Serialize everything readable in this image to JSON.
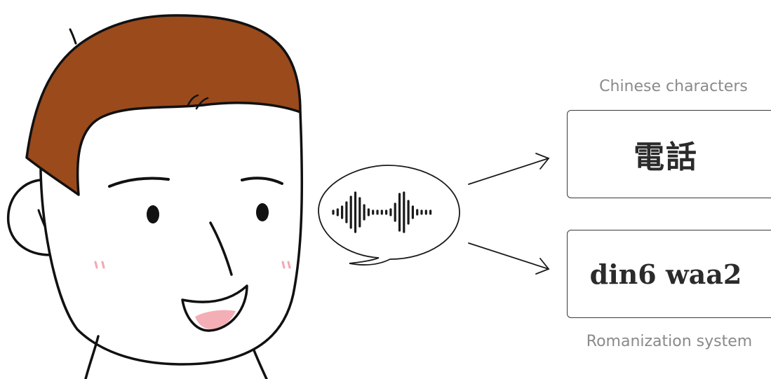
{
  "diagram": {
    "top_caption": "Chinese characters",
    "chinese_text": "電話",
    "romanized_text": "din6 waa2",
    "bottom_caption": "Romanization system",
    "colors": {
      "hair": "#9b4a1c",
      "outline": "#111111",
      "mouth": "#f4aeb6",
      "cheek": "#f4a7b3",
      "caption": "#8a8a8a",
      "box_border": "#3a3a3a"
    },
    "icons": [
      "person-illustration",
      "speech-bubble-icon",
      "sound-wave-icon",
      "arrow-icon"
    ]
  }
}
